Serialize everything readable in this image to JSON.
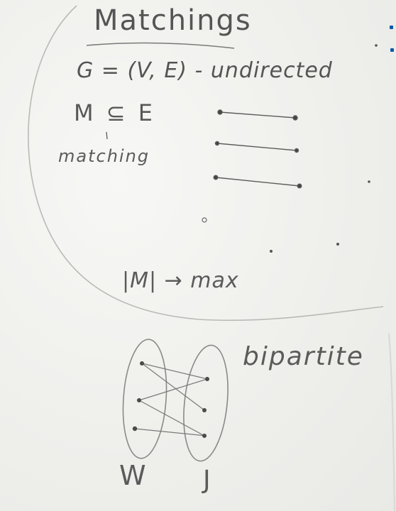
{
  "board": {
    "title": "Matchings",
    "graph_def": "G = (V, E) - undirected",
    "subset": "M ⊆ E",
    "matching_label": "matching",
    "objective": "|M| → max",
    "bipartite_label": "bipartite",
    "left_set_label": "W",
    "right_set_label": "J"
  }
}
